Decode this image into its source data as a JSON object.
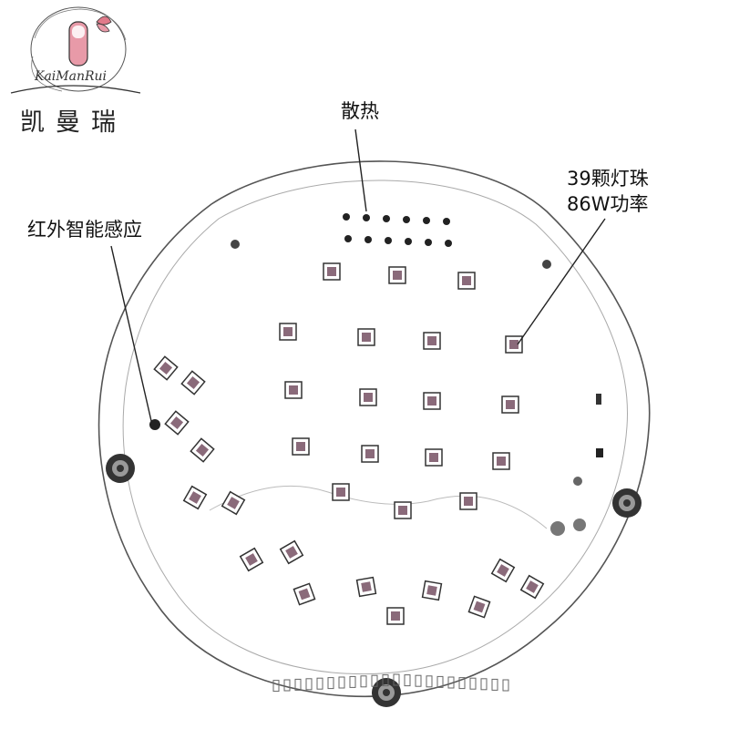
{
  "brand": {
    "script_name": "KaiManRui",
    "chinese_name": "凯曼瑞"
  },
  "callouts": {
    "heat_dissipation": "散热",
    "infrared_sensor": "红外智能感应",
    "led_count": "39颗灯珠",
    "power": "86W功率"
  },
  "colors": {
    "logo_pink": "#e89aa8",
    "line": "#333333",
    "led_core": "#8a6a7a"
  }
}
